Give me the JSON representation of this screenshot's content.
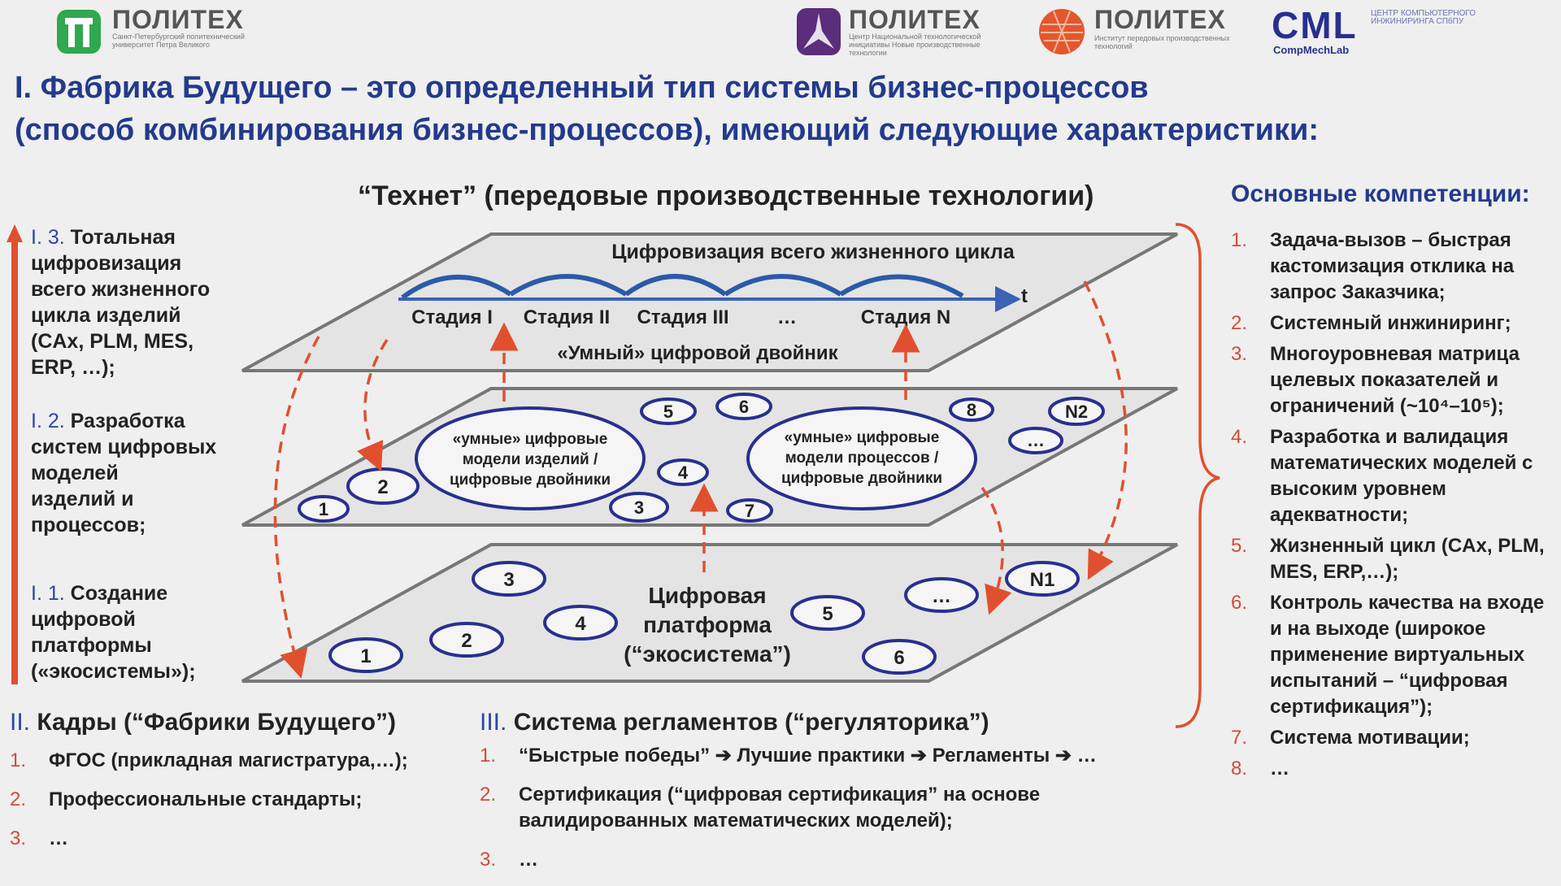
{
  "logos": {
    "polytech1": {
      "name": "ПОЛИТЕХ",
      "sub": "Санкт-Петербургский политехнический университет Петра Великого"
    },
    "polytech2": {
      "name": "ПОЛИТЕХ",
      "sub": "Центр Национальной технологической инициативы Новые производственные технологии"
    },
    "polytech3": {
      "name": "ПОЛИТЕХ",
      "sub": "Институт передовых производственных технологий"
    },
    "cml": {
      "name": "CML",
      "sub": "ЦЕНТР КОМПЬЮТЕРНОГО ИНЖИНИРИНГА СПбПУ",
      "tagline": "CompMechLab"
    }
  },
  "title": {
    "line1": "I. Фабрика Будущего – это определенный тип системы бизнес-процессов",
    "line2": "(способ комбинирования бизнес-процессов), имеющий следующие характеристики:"
  },
  "technet_heading": "“Технет” (передовые производственные технологии)",
  "left": {
    "i3": {
      "num": "I. 3.",
      "lines": [
        "Тотальная",
        "цифровизация",
        "всего жизненного",
        "цикла изделий",
        "(CAx, PLM, MES,",
        "ERP, …);"
      ]
    },
    "i2": {
      "num": "I. 2.",
      "lines": [
        "Разработка",
        "систем цифровых",
        "моделей",
        "изделий и",
        "процессов;"
      ]
    },
    "i1": {
      "num": "I. 1.",
      "lines": [
        "Создание",
        "цифровой",
        "платформы",
        "(«экосистемы»);"
      ]
    }
  },
  "diagram": {
    "top": {
      "title": "Цифровизация всего жизненного цикла",
      "axis": "t",
      "stages": [
        "Стадия I",
        "Стадия II",
        "Стадия III",
        "…",
        "Стадия N"
      ],
      "twin": "«Умный» цифровой двойник"
    },
    "middle": {
      "big1": [
        "«умные» цифровые",
        "модели изделий /",
        "цифровые двойники"
      ],
      "big2": [
        "«умные» цифровые",
        "модели процессов /",
        "цифровые двойники"
      ],
      "nodes": [
        "1",
        "2",
        "3",
        "4",
        "5",
        "6",
        "7",
        "8",
        "N2",
        "…"
      ]
    },
    "bottom": {
      "platform": [
        "Цифровая",
        "платформа",
        "(“экосистема”)"
      ],
      "nodes": [
        "1",
        "2",
        "3",
        "4",
        "5",
        "6",
        "…",
        "N1"
      ]
    }
  },
  "competencies": {
    "heading": "Основные компетенции:",
    "items": [
      {
        "n": "1.",
        "text": "Задача-вызов – быстрая кастомизация отклика на запрос Заказчика;"
      },
      {
        "n": "2.",
        "text": "Системный инжиниринг;"
      },
      {
        "n": "3.",
        "text": "Многоуровневая матрица целевых показателей и ограничений (~10⁴–10⁵);"
      },
      {
        "n": "4.",
        "text": "Разработка и валидация математических моделей с высоким уровнем адекватности;"
      },
      {
        "n": "5.",
        "text": "Жизненный цикл (CAx, PLM, MES, ERP,…);"
      },
      {
        "n": "6.",
        "text": "Контроль качества на входе и на выходе (широкое применение виртуальных испытаний – “цифровая сертификация”);"
      },
      {
        "n": "7.",
        "text": "Система  мотивации;"
      },
      {
        "n": "8.",
        "text": "…"
      }
    ]
  },
  "section2": {
    "num": "II.",
    "title": "Кадры (“Фабрики Будущего”)",
    "items": [
      {
        "n": "1.",
        "text": "ФГОС (прикладная магистратура,…);"
      },
      {
        "n": "2.",
        "text": "Профессиональные стандарты;"
      },
      {
        "n": "3.",
        "text": "…"
      }
    ]
  },
  "section3": {
    "num": "III.",
    "title": "Система регламентов (“регуляторика”)",
    "items": [
      {
        "n": "1.",
        "text": "“Быстрые победы” ➔ Лучшие практики ➔ Регламенты ➔ …"
      },
      {
        "n": "2.",
        "text": "Сертификация  (“цифровая сертификация” на основе валидированных  математических моделей);"
      },
      {
        "n": "3.",
        "text": "…"
      }
    ]
  },
  "colors": {
    "blue": "#233a8c",
    "navy": "#27308f",
    "red": "#e0502e",
    "numRed": "#d04b3a"
  }
}
